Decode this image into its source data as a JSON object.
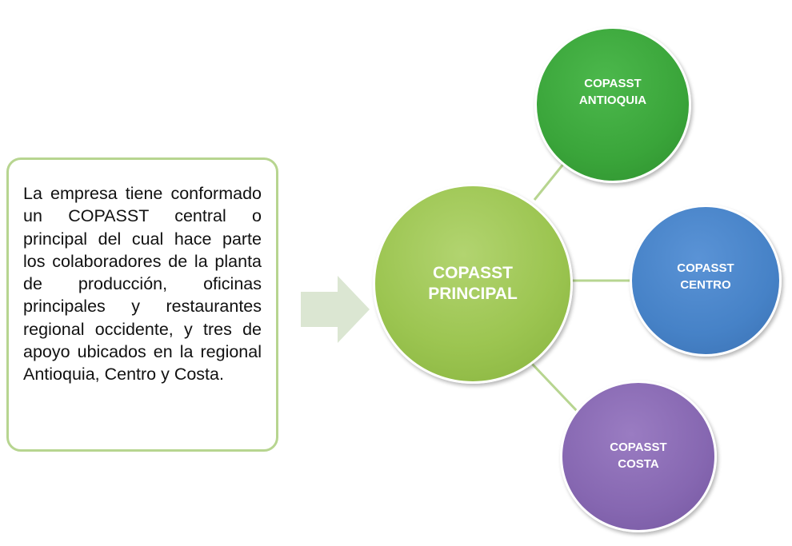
{
  "description_text": "La empresa tiene conformado un COPASST central o principal del cual hace parte los colaboradores de la planta de producción, oficinas principales y restaurantes regional occidente, y tres de apoyo ubicados en la regional Antioquia, Centro y Costa.",
  "nodes": {
    "main": "COPASST\nPRINCIPAL",
    "antioquia": "COPASST\nANTIOQUIA",
    "centro": "COPASST\nCENTRO",
    "costa": "COPASST\nCOSTA"
  },
  "colors": {
    "main": "#9cc551",
    "antioquia": "#3aa53a",
    "centro": "#4682c7",
    "costa": "#8667b1",
    "arrow": "#dbe6d2",
    "box_border": "#b7d590",
    "connector": "#b7d590"
  }
}
